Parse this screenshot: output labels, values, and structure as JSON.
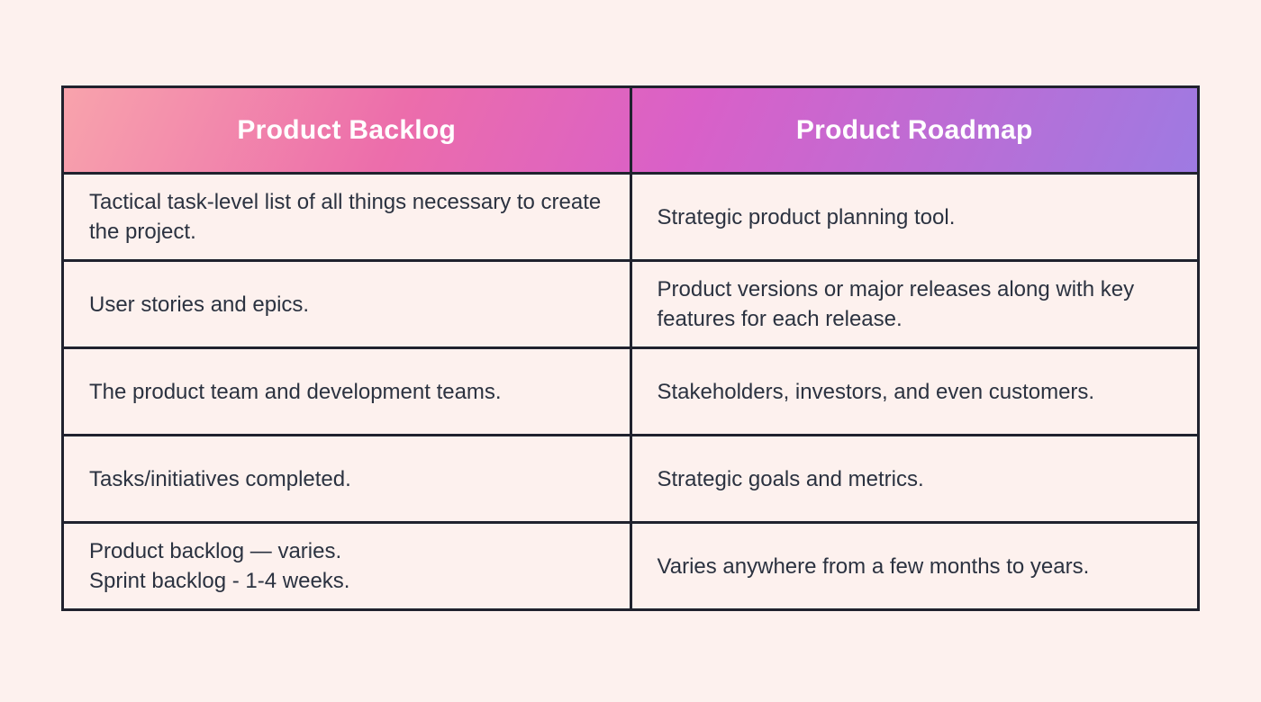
{
  "page": {
    "background_color": "#fdf1ee"
  },
  "table": {
    "border_color": "#20222e",
    "cell_background": "#fdf1ee",
    "body_text_color": "#2b3240",
    "header": {
      "text_color": "#ffffff",
      "gradient_stops": [
        "#f8a3ac 0%",
        "#ec6dab 30%",
        "#d960c8 55%",
        "#9e7ae2 100%"
      ],
      "columns": [
        "Product Backlog",
        "Product Roadmap"
      ]
    },
    "rows": [
      {
        "left": [
          "Tactical task-level list of all things necessary to create the project."
        ],
        "right": [
          "Strategic product planning tool."
        ]
      },
      {
        "left": [
          "User stories and epics."
        ],
        "right": [
          "Product versions or major releases along with key features for each release."
        ]
      },
      {
        "left": [
          "The product team and development teams."
        ],
        "right": [
          "Stakeholders, investors, and even customers."
        ]
      },
      {
        "left": [
          "Tasks/initiatives completed."
        ],
        "right": [
          "Strategic goals and metrics."
        ]
      },
      {
        "left": [
          "Product backlog — varies.",
          "Sprint backlog - 1-4 weeks."
        ],
        "right": [
          "Varies anywhere from a few months to years."
        ]
      }
    ]
  }
}
